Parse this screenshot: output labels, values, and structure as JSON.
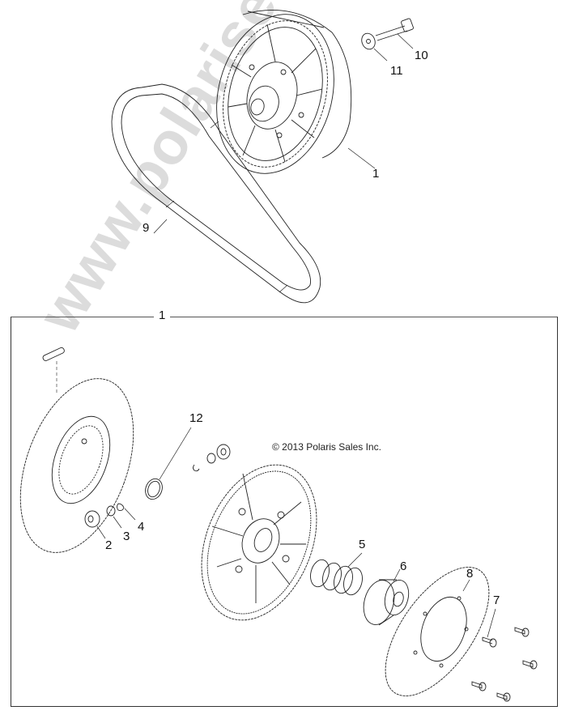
{
  "diagram": {
    "type": "exploded-parts-diagram",
    "subject": "Secondary clutch (driven clutch) assembly with drive belt",
    "watermark": "www.polarisersatzteile.de",
    "copyright": "© 2013 Polaris Sales Inc.",
    "assembly_box_label": "1",
    "callouts": [
      {
        "id": "c1-top",
        "label": "1",
        "part": "driven-clutch-assembly"
      },
      {
        "id": "c2",
        "label": "2",
        "part": "roller-bushing"
      },
      {
        "id": "c3",
        "label": "3",
        "part": "washer"
      },
      {
        "id": "c4",
        "label": "4",
        "part": "retaining-clip"
      },
      {
        "id": "c5",
        "label": "5",
        "part": "spring"
      },
      {
        "id": "c6",
        "label": "6",
        "part": "spider-cam"
      },
      {
        "id": "c7",
        "label": "7",
        "part": "screw"
      },
      {
        "id": "c8",
        "label": "8",
        "part": "cover-plate"
      },
      {
        "id": "c9",
        "label": "9",
        "part": "drive-belt"
      },
      {
        "id": "c10",
        "label": "10",
        "part": "bolt"
      },
      {
        "id": "c11",
        "label": "11",
        "part": "washer-large"
      },
      {
        "id": "c12",
        "label": "12",
        "part": "o-ring"
      }
    ]
  },
  "colors": {
    "line": "#222222",
    "watermark": "#dcdcdc",
    "background": "#ffffff"
  }
}
